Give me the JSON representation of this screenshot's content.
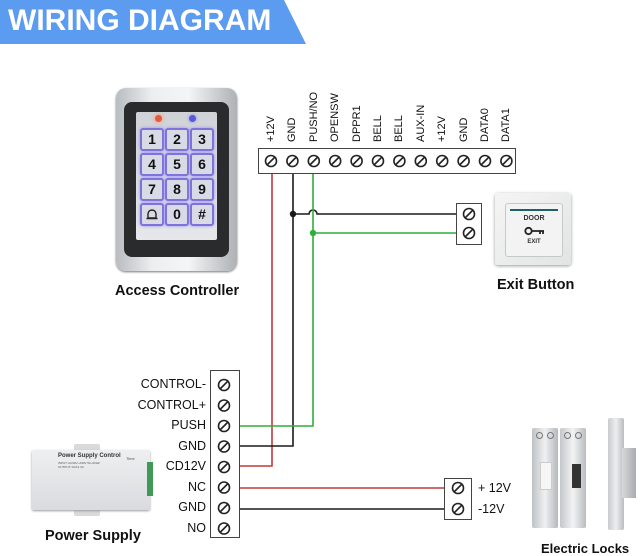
{
  "banner": {
    "title": "WIRING DIAGRAM",
    "color": "#5b9bf0"
  },
  "access_controller": {
    "caption": "Access Controller",
    "keys": [
      "1",
      "2",
      "3",
      "4",
      "5",
      "6",
      "7",
      "8",
      "9",
      "bell",
      "0",
      "#"
    ],
    "bell_icon": "bell-icon",
    "led_colors": {
      "left": "#e8583a",
      "right": "#5a5ad8"
    }
  },
  "controller_terminals": {
    "pins": [
      "+12V",
      "GND",
      "PUSH/NO",
      "OPENSW",
      "DPPR1",
      "BELL",
      "BELL",
      "AUX-IN",
      "+12V",
      "GND",
      "DATA0",
      "DATA1"
    ]
  },
  "exit_button": {
    "caption": "Exit Button",
    "face_top": "DOOR",
    "face_bottom": "EXIT",
    "icon": "key-icon"
  },
  "power_supply": {
    "caption": "Power Supply",
    "device_title": "Power Supply Control",
    "device_input": "INPUT: AC90V~260V 50~60HZ",
    "device_output": "OUTPUT: DC12 3A",
    "device_time": "Time",
    "terminals": [
      "CONTROL-",
      "CONTROL+",
      "PUSH",
      "GND",
      "CD12V",
      "NC",
      "GND",
      "NO"
    ]
  },
  "electric_locks": {
    "caption": "Electric Locks",
    "terminals": [
      "+ 12V",
      "-12V"
    ]
  },
  "wire_colors": {
    "red": "#c0393b",
    "black": "#1a1a1a",
    "green": "#2fae3c"
  }
}
